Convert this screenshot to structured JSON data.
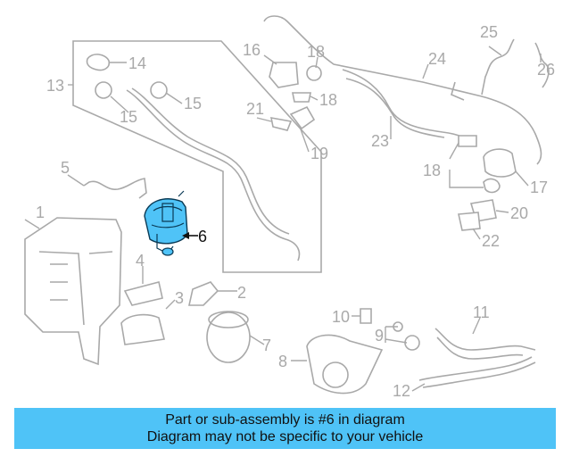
{
  "diagram": {
    "callouts": [
      "1",
      "2",
      "3",
      "4",
      "5",
      "6",
      "7",
      "8",
      "9",
      "10",
      "11",
      "12",
      "13",
      "14",
      "15",
      "16",
      "17",
      "18",
      "19",
      "20",
      "21",
      "22",
      "23",
      "24",
      "25",
      "26"
    ],
    "highlighted_part": "6",
    "highlight_color": "#4fc3f7"
  },
  "banner": {
    "line1": "Part or sub-assembly is #6 in diagram",
    "line2": "Diagram may not be specific to your vehicle"
  }
}
